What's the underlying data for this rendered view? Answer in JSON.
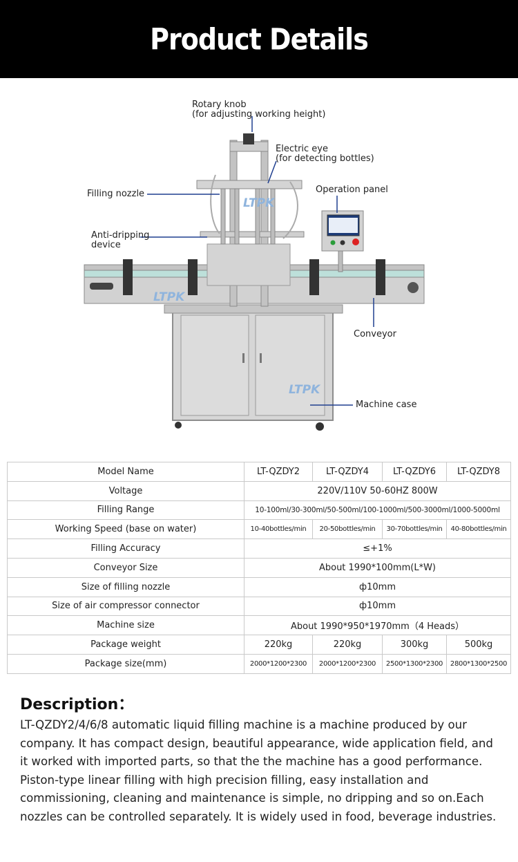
{
  "header": {
    "title": "Product Details"
  },
  "figure": {
    "watermark": "LTPK",
    "callouts": {
      "rotary_knob": {
        "line1": "Rotary knob",
        "line2": "(for adjusting working height)"
      },
      "electric_eye": {
        "line1": "Electric eye",
        "line2": "(for detecting bottles)"
      },
      "filling_nozzle": "Filling nozzle",
      "operation_panel": "Operation panel",
      "anti_dripping": {
        "line1": "Anti-dripping",
        "line2": "device"
      },
      "conveyor": "Conveyor",
      "machine_case": "Machine case"
    }
  },
  "specs": {
    "model_name": {
      "label": "Model Name",
      "values": [
        "LT-QZDY2",
        "LT-QZDY4",
        "LT-QZDY6",
        "LT-QZDY8"
      ]
    },
    "voltage": {
      "label": "Voltage",
      "value": "220V/110V 50-60HZ 800W"
    },
    "filling_range": {
      "label": "Filling Range",
      "value": "10-100ml/30-300ml/50-500ml/100-1000ml/500-3000ml/1000-5000ml"
    },
    "working_speed": {
      "label": "Working Speed (base on water)",
      "values": [
        "10-40bottles/min",
        "20-50bottles/min",
        "30-70bottles/min",
        "40-80bottles/min"
      ]
    },
    "filling_accuracy": {
      "label": "Filling Accuracy",
      "value": "≤+1%"
    },
    "conveyor_size": {
      "label": "Conveyor Size",
      "value": "About 1990*100mm(L*W)"
    },
    "nozzle_size": {
      "label": "Size of filling nozzle",
      "value": "ф10mm"
    },
    "air_connector": {
      "label": "Size of air compressor connector",
      "value": "ф10mm"
    },
    "machine_size": {
      "label": "Machine size",
      "value": "About 1990*950*1970mm（4 Heads）"
    },
    "package_weight": {
      "label": "Package weight",
      "values": [
        "220kg",
        "220kg",
        "300kg",
        "500kg"
      ]
    },
    "package_size": {
      "label": "Package size(mm)",
      "values": [
        "2000*1200*2300",
        "2000*1200*2300",
        "2500*1300*2300",
        "2800*1300*2500"
      ]
    }
  },
  "description": {
    "title": "Description：",
    "body": "LT-QZDY2/4/6/8 automatic liquid filling machine is a machine produced by our company. It has compact design, beautiful appearance, wide application field, and it worked with imported parts, so that the the machine has a good performance. Piston-type linear filling with high precision filling, easy installation and commissioning, cleaning and maintenance is simple, no dripping and so on.Each nozzles can be controlled separately. It is widely used in food, beverage industries."
  },
  "colors": {
    "banner": "#000000",
    "callout_line": "#1f3f8f",
    "table_border": "#c9c9c9"
  }
}
